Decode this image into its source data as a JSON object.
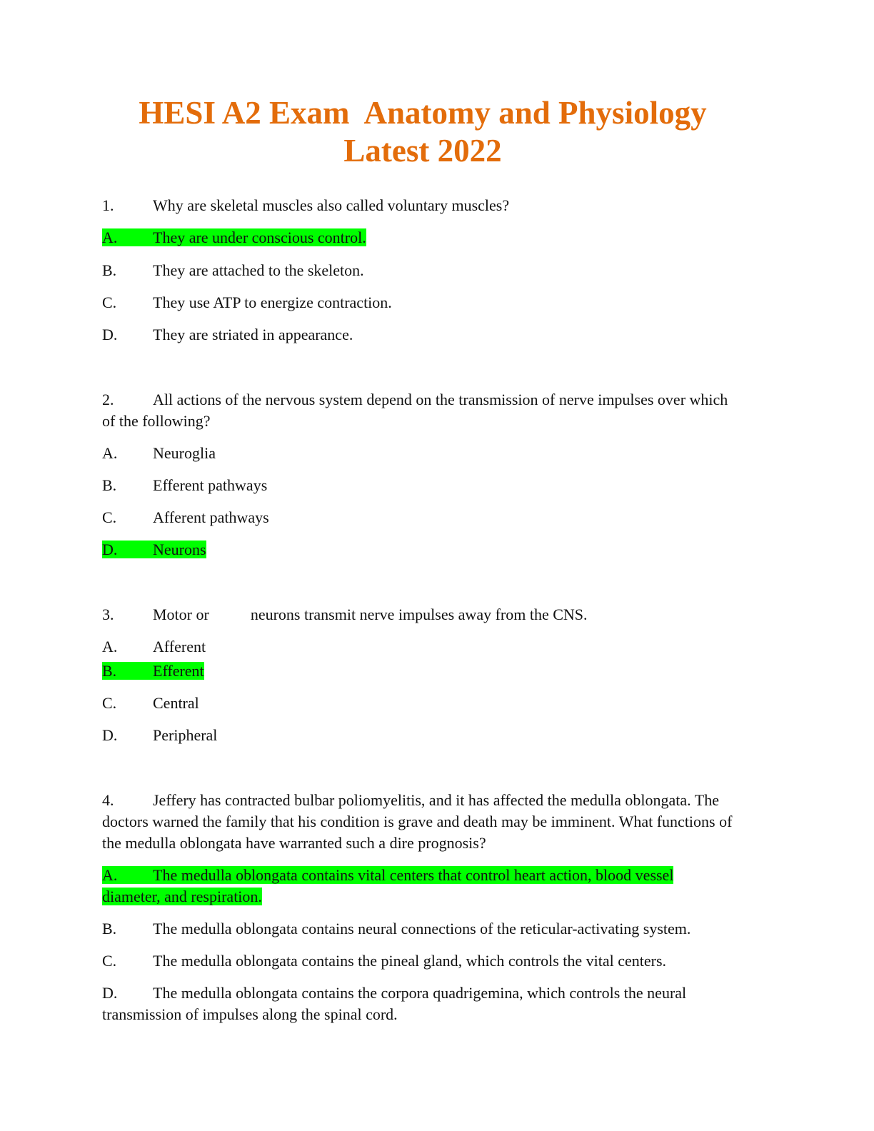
{
  "title": {
    "line1": "HESI A2 Exam  Anatomy and Physiology",
    "line2": "Latest 2022"
  },
  "questions": [
    {
      "number": "1.",
      "text": "Why are skeletal muscles also called voluntary muscles?",
      "options": [
        {
          "letter": "A.",
          "text": "They are under conscious control.",
          "correct": true
        },
        {
          "letter": "B.",
          "text": "They are attached to the skeleton.",
          "correct": false
        },
        {
          "letter": "C.",
          "text": "They use ATP to energize contraction.",
          "correct": false
        },
        {
          "letter": "D.",
          "text": "They are striated in appearance.",
          "correct": false
        }
      ]
    },
    {
      "number": "2.",
      "text": "All actions of the nervous system depend on the transmission of nerve impulses over which of the following?",
      "options": [
        {
          "letter": "A.",
          "text": "Neuroglia",
          "correct": false
        },
        {
          "letter": "B.",
          "text": "Efferent pathways",
          "correct": false
        },
        {
          "letter": "C.",
          "text": "Afferent pathways",
          "correct": false
        },
        {
          "letter": "D.",
          "text": "Neurons",
          "correct": true
        }
      ]
    },
    {
      "number": "3.",
      "text_part1": "Motor or",
      "text_part2": "neurons transmit nerve impulses away from the CNS.",
      "options": [
        {
          "letter": "A.",
          "text": "Afferent",
          "correct": false
        },
        {
          "letter": "B.",
          "text": "Efferent",
          "correct": true
        },
        {
          "letter": "C.",
          "text": "Central",
          "correct": false
        },
        {
          "letter": "D.",
          "text": "Peripheral",
          "correct": false
        }
      ]
    },
    {
      "number": "4.",
      "text": "Jeffery has contracted bulbar poliomyelitis, and it has affected the medulla oblongata. The doctors warned the family that his condition is grave and death may be imminent. What functions of the medulla oblongata have warranted such a dire prognosis?",
      "options": [
        {
          "letter": "A.",
          "text": "The medulla oblongata contains vital centers that control heart action, blood vessel diameter, and respiration.",
          "correct": true
        },
        {
          "letter": "B.",
          "text": "The medulla oblongata contains neural connections of the reticular-activating system.",
          "correct": false
        },
        {
          "letter": "C.",
          "text": "The medulla oblongata contains the pineal gland, which controls the vital centers.",
          "correct": false
        },
        {
          "letter": "D.",
          "text": "The medulla oblongata contains the corpora quadrigemina, which controls the neural transmission of impulses along the spinal cord.",
          "correct": false
        }
      ]
    }
  ],
  "colors": {
    "title": "#e36c0a",
    "highlight": "#00ff00"
  }
}
